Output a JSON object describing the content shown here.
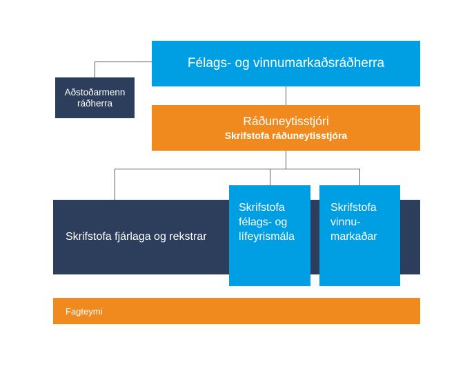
{
  "minister": {
    "label": "Félags- og vinnumarkaðsráðherra"
  },
  "assistants": {
    "line1": "Aðstoðarmenn",
    "line2": "ráðherra"
  },
  "permanent_secretary": {
    "title": "Ráðuneytisstjóri",
    "office": "Skrifstofa ráðuneytisstjóra"
  },
  "offices": {
    "finance": {
      "label": "Skrifstofa fjárlaga og rekstrar"
    },
    "social": {
      "line1": "Skrifstofa",
      "line2": "félags- og",
      "line3": "lífeyrismála"
    },
    "labour": {
      "line1": "Skrifstofa",
      "line2": "vinnu-",
      "line3": "markaðar"
    }
  },
  "teams": {
    "label": "Fagteymi"
  },
  "colors": {
    "blue": "#009fe3",
    "navy": "#2c3e5b",
    "orange": "#f08a1f",
    "line": "#555a60"
  }
}
